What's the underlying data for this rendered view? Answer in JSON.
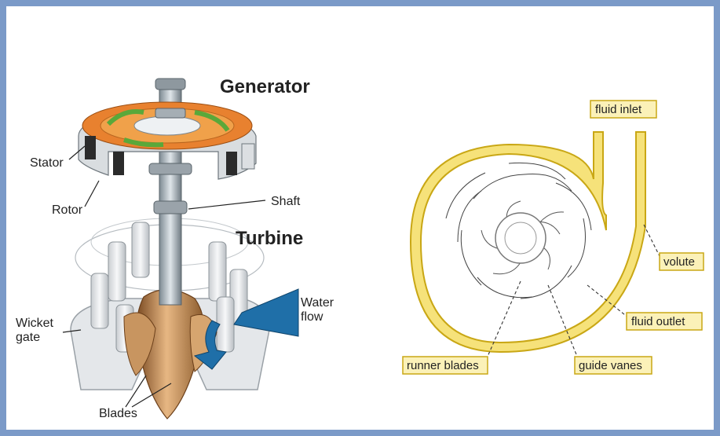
{
  "left_diagram": {
    "title_generator": "Generator",
    "title_turbine": "Turbine",
    "labels": {
      "stator": "Stator",
      "rotor": "Rotor",
      "shaft": "Shaft",
      "water_flow_line1": "Water",
      "water_flow_line2": "flow",
      "wicket_gate_line1": "Wicket",
      "wicket_gate_line2": "gate",
      "blades": "Blades"
    },
    "colors": {
      "rotor_orange": "#e8812f",
      "rotor_green": "#5aa83a",
      "water_arrow": "#1f6fa8",
      "runner_copper": "#c8955c"
    }
  },
  "right_diagram": {
    "labels": {
      "fluid_inlet": "fluid inlet",
      "volute": "volute",
      "fluid_outlet": "fluid outlet",
      "runner_blades": "runner blades",
      "guide_vanes": "guide vanes"
    },
    "colors": {
      "volute_yellow": "#f6e27a",
      "volute_outline": "#d4b21a",
      "tag_fill": "#fbf1b8"
    }
  }
}
